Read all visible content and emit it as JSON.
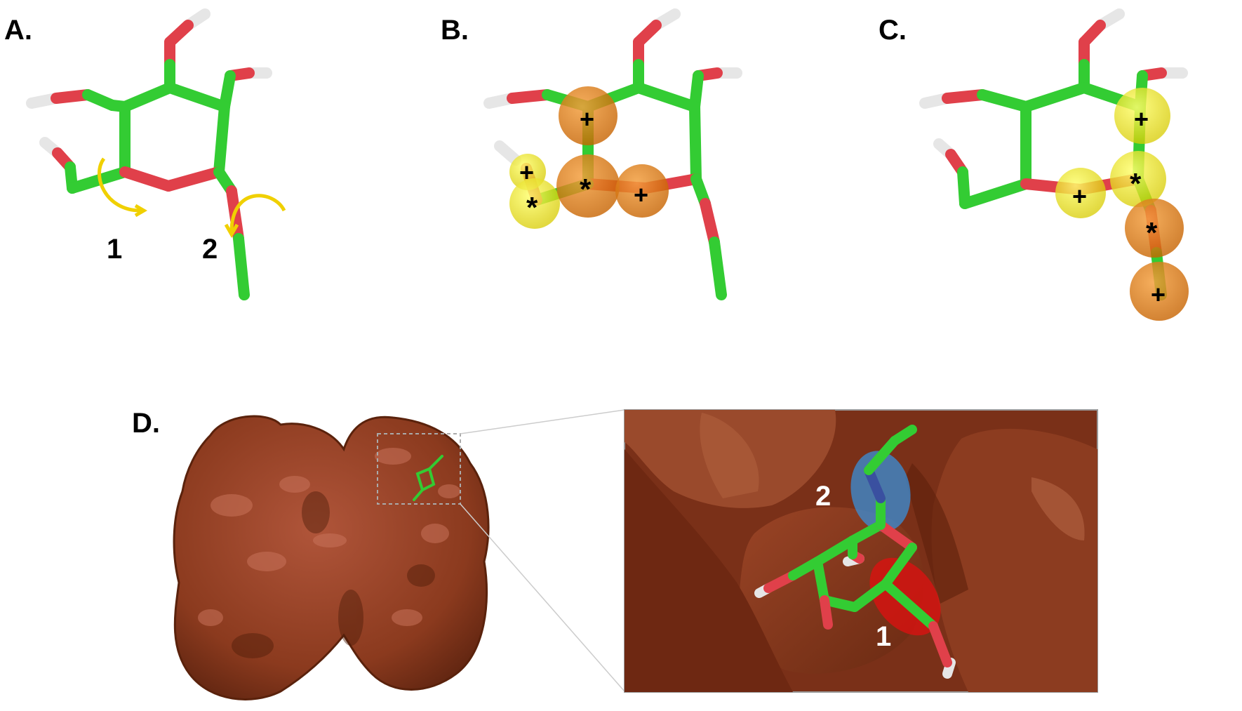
{
  "panels": {
    "a": {
      "label": "A.",
      "torsions": [
        "1",
        "2"
      ]
    },
    "b": {
      "label": "B.",
      "marks": [
        "+",
        "*",
        "+",
        "*",
        "+"
      ]
    },
    "c": {
      "label": "C.",
      "marks": [
        "+",
        "*",
        "+",
        "*",
        "+"
      ]
    },
    "d": {
      "label": "D.",
      "torsions": [
        "2",
        "1"
      ]
    }
  },
  "colors": {
    "carbon": "#33cc33",
    "oxygen": "#e0404a",
    "hydrogen": "#e6e6e6",
    "protein": "#8b3a1e",
    "yellow_sphere": "#e8e000",
    "orange_sphere": "#e07800",
    "arrow": "#f0d000",
    "torsion_1_highlight": "#e01010",
    "torsion_2_highlight": "#3a8fd8"
  },
  "icons": [
    "curved-arrow-icon"
  ]
}
